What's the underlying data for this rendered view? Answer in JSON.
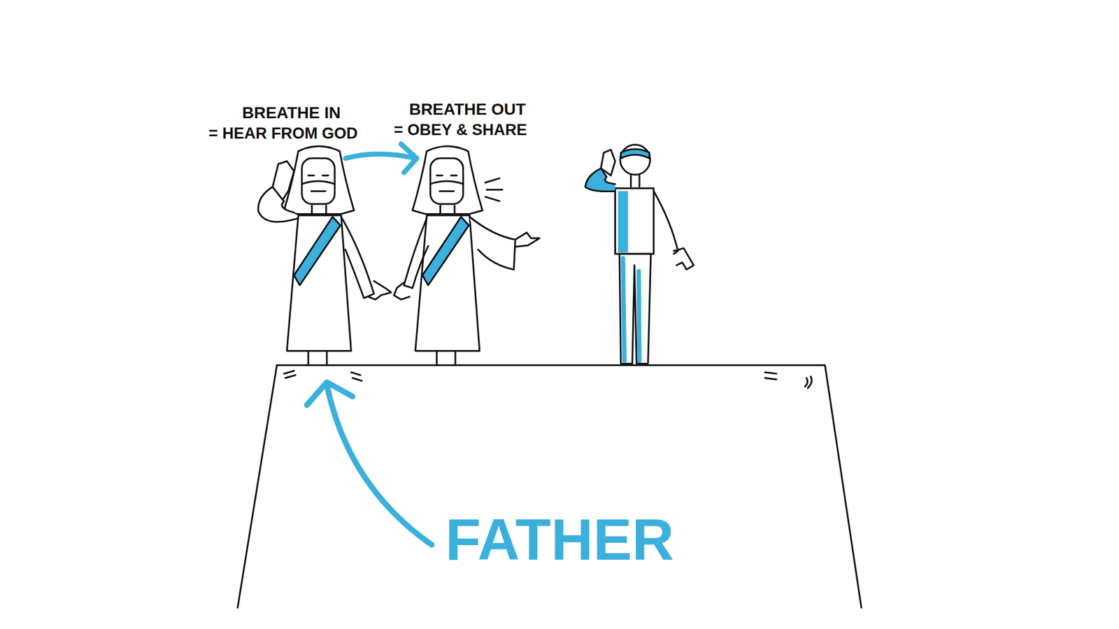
{
  "diagram": {
    "labels": [
      "BREATHE IN",
      "= HEAR FROM GOD",
      "BREATHE OUT",
      "= OBEY & SHARE",
      "FATHER"
    ]
  }
}
